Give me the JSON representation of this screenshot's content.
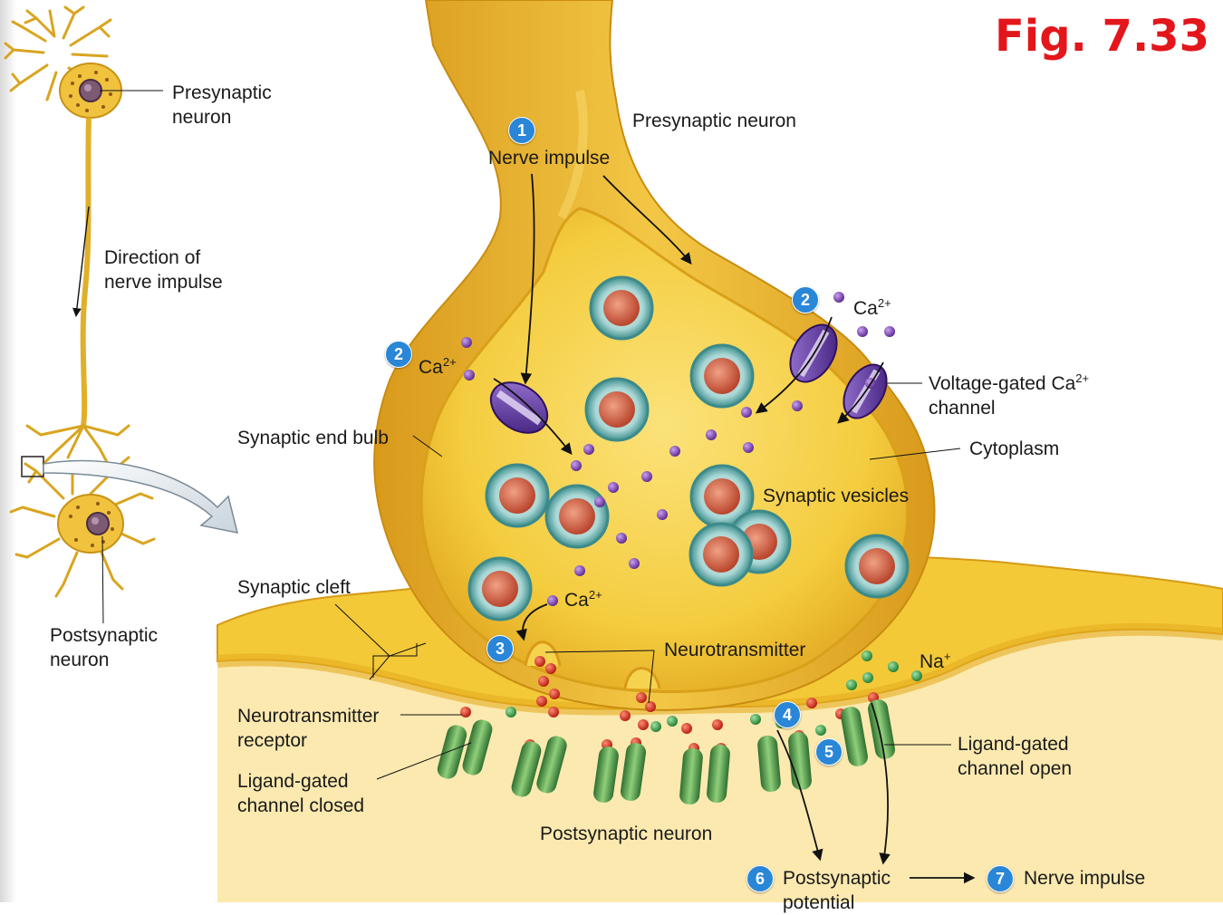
{
  "figure_number": "Fig. 7.33",
  "labels": {
    "presynaptic_neuron_small": [
      "Presynaptic",
      "neuron"
    ],
    "direction": [
      "Direction of",
      "nerve impulse"
    ],
    "postsynaptic_neuron_small": [
      "Postsynaptic",
      "neuron"
    ],
    "presynaptic_neuron": "Presynaptic neuron",
    "nerve_impulse_top": "Nerve impulse",
    "synaptic_end_bulb": "Synaptic end bulb",
    "ca_ion": "Ca",
    "ca_charge": "2+",
    "voltage_gated_ca_channel": [
      "Voltage-gated Ca",
      "channel"
    ],
    "cytoplasm": "Cytoplasm",
    "synaptic_vesicles": "Synaptic vesicles",
    "synaptic_cleft": "Synaptic cleft",
    "neurotransmitter": "Neurotransmitter",
    "na_ion": "Na",
    "na_charge": "+",
    "neurotransmitter_receptor": [
      "Neurotransmitter",
      "receptor"
    ],
    "ligand_gated_closed": [
      "Ligand-gated",
      "channel closed"
    ],
    "ligand_gated_open": [
      "Ligand-gated",
      "channel open"
    ],
    "postsynaptic_neuron_bottom": "Postsynaptic neuron",
    "postsynaptic_potential": [
      "Postsynaptic",
      "potential"
    ],
    "nerve_impulse_bottom": "Nerve impulse"
  },
  "steps": [
    "1",
    "2",
    "2",
    "3",
    "4",
    "5",
    "6",
    "7"
  ],
  "colors": {
    "membrane": "#e8b228",
    "cytoplasm": "#f6d34e",
    "calcium": "#6a2fa0",
    "sodium": "#2e9a3e",
    "neurotransmitter": "#d42a1a",
    "receptor": "#4f9a48",
    "vesicle_shell": "#5aa8a8",
    "vesicle_core": "#d66a4e",
    "step_badge": "#2a86d6",
    "figure_number": "#e3161b"
  }
}
